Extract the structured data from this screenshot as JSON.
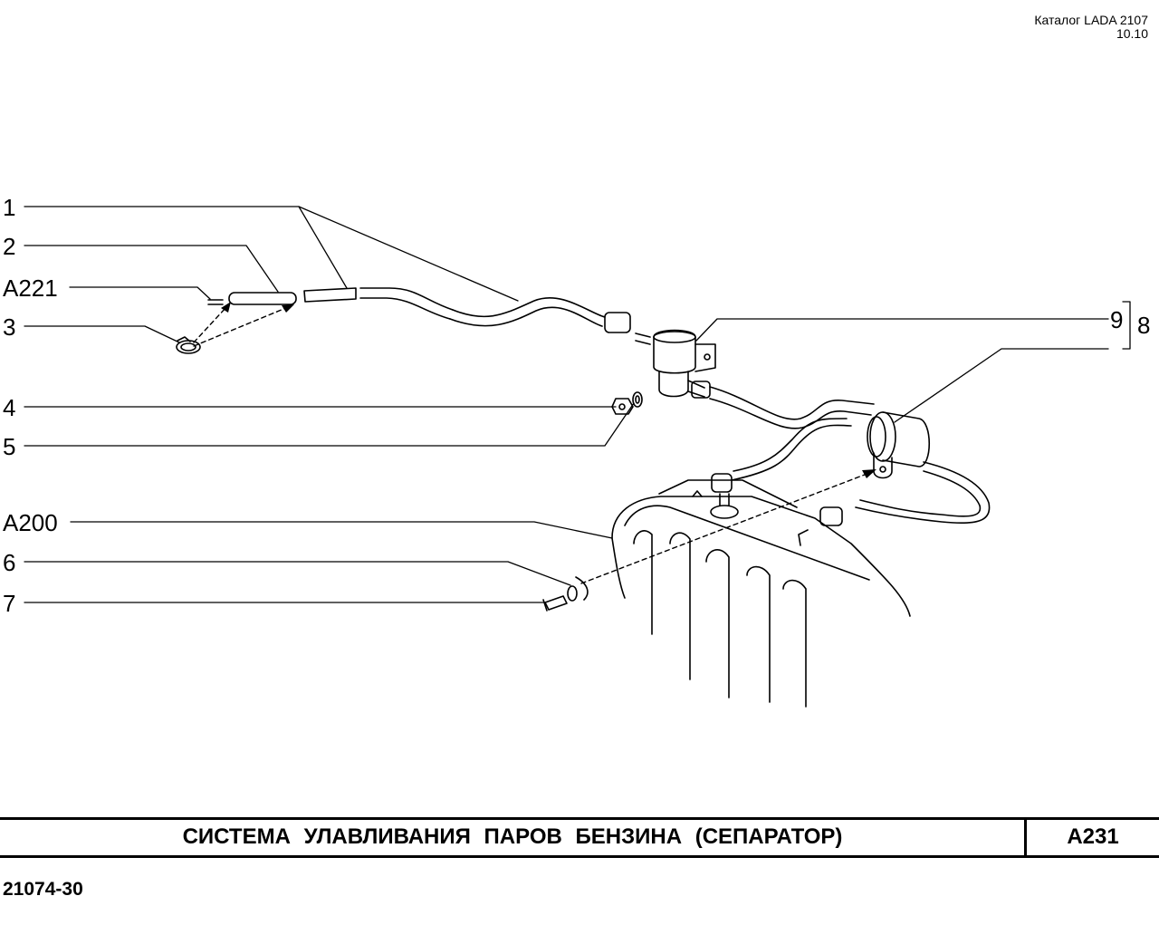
{
  "header": {
    "catalog": "Каталог LADA 2107",
    "page": "10.10"
  },
  "callouts": {
    "c1": "1",
    "c2": "2",
    "a221": "A221",
    "c3": "3",
    "c4": "4",
    "c5": "5",
    "a200": "A200",
    "c6": "6",
    "c7": "7",
    "c9": "9",
    "c8": "8"
  },
  "title_bar": {
    "title": "СИСТЕМА  УЛАВЛИВАНИЯ  ПАРОВ  БЕНЗИНА  (СЕПАРАТОР)",
    "code": "A231"
  },
  "footer": {
    "drawing_code": "21074-30"
  }
}
